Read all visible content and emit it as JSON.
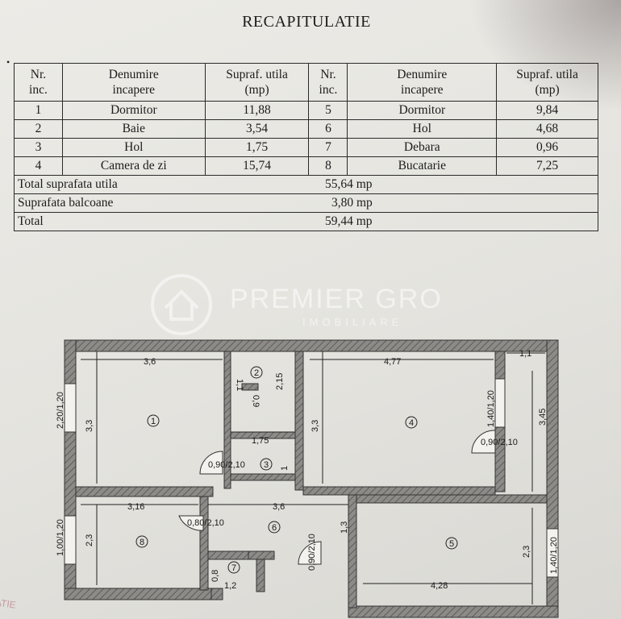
{
  "title": "RECAPITULATIE",
  "table": {
    "headers": [
      "Nr. inc.",
      "Denumire incapere",
      "Supraf. utila (mp)",
      "Nr. inc.",
      "Denumire incapere",
      "Supraf. utila (mp)"
    ],
    "header_lines": [
      [
        "Nr.",
        "inc."
      ],
      [
        "Denumire",
        "incapere"
      ],
      [
        "Supraf. utila",
        "(mp)"
      ],
      [
        "Nr.",
        "inc."
      ],
      [
        "Denumire",
        "incapere"
      ],
      [
        "Supraf. utila",
        "(mp)"
      ]
    ],
    "rows": [
      [
        "1",
        "Dormitor",
        "11,88",
        "5",
        "Dormitor",
        "9,84"
      ],
      [
        "2",
        "Baie",
        "3,54",
        "6",
        "Hol",
        "4,68"
      ],
      [
        "3",
        "Hol",
        "1,75",
        "7",
        "Debara",
        "0,96"
      ],
      [
        "4",
        "Camera de zi",
        "15,74",
        "8",
        "Bucatarie",
        "7,25"
      ]
    ],
    "totals": [
      {
        "label": "Total suprafata utila",
        "value": "55,64 mp"
      },
      {
        "label": "Suprafata balcoane",
        "value": "3,80 mp"
      },
      {
        "label": "Total",
        "value": "59,44 mp"
      }
    ]
  },
  "watermark": {
    "name": "PREMIER GRO",
    "sub": "IMOBILIARE"
  },
  "stamp_text": "ATIE",
  "plan": {
    "room_numbers": [
      "1",
      "2",
      "3",
      "4",
      "5",
      "6",
      "7",
      "8"
    ],
    "dimensions": [
      "3,6",
      "4,77",
      "1,1",
      "1,1",
      "0,9",
      "2,15",
      "1,75",
      "1",
      "3,3",
      "3,3",
      "3,45",
      "2,20/1,20",
      "1,40/1,20",
      "0,90/2,10",
      "0,90/2,10",
      "3,16",
      "3,6",
      "0,80/2,10",
      "2,3",
      "1,00/1,20",
      "1,3",
      "0,90/2,10",
      "2,3",
      "1,40/1,20",
      "0,8",
      "1,2",
      "4,28"
    ]
  }
}
